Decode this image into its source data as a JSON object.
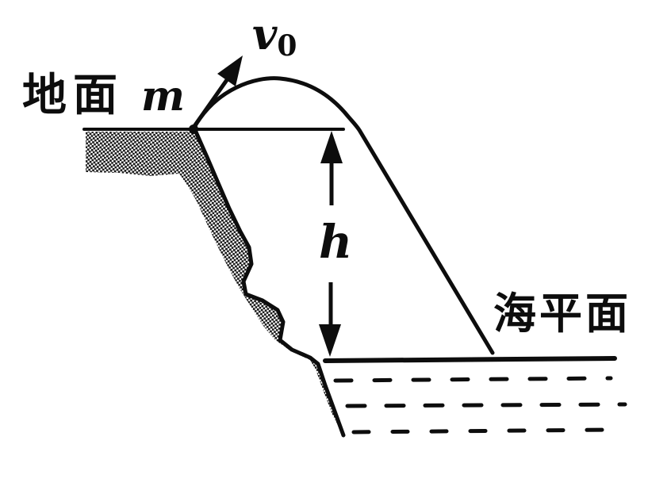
{
  "figure": {
    "kind": "physics projectile diagram",
    "labels": {
      "ground": "地面",
      "mass": "m",
      "velocity": "v",
      "velocity_subscript": "0",
      "height": "h",
      "sea_level": "海平面"
    },
    "colors": {
      "ink": "#0d0d0d",
      "background": "#ffffff"
    }
  }
}
